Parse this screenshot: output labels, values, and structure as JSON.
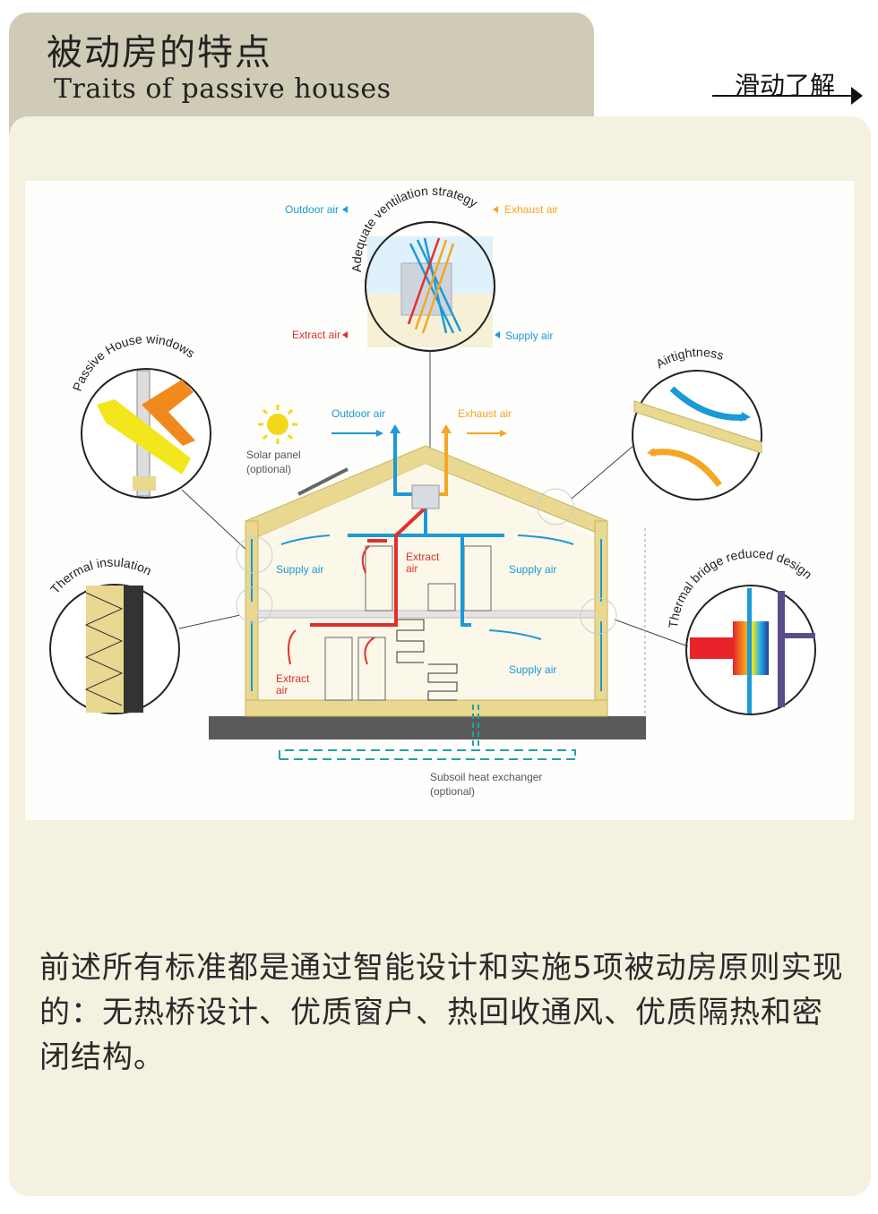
{
  "header": {
    "title_cn": "被动房的特点",
    "title_en": "Traits of passive houses",
    "swipe_label": "滑动了解"
  },
  "diagram": {
    "ventilation_title": "Adequate ventilation strategy",
    "vent_outdoor_air": "Outdoor air",
    "vent_exhaust_air": "Exhaust air",
    "vent_extract_air": "Extract air",
    "vent_supply_air": "Supply air",
    "windows_title": "Passive House windows",
    "airtightness_title": "Airtightness",
    "insulation_title": "Thermal insulation",
    "thermal_bridge_title": "Thermal bridge reduced design",
    "solar_panel_1": "Solar panel",
    "solar_panel_2": "(optional)",
    "outdoor_air": "Outdoor air",
    "exhaust_air": "Exhaust air",
    "supply_air_left": "Supply air",
    "supply_air_right": "Supply air",
    "supply_air_lower": "Supply air",
    "extract_upper_1": "Extract",
    "extract_upper_2": "air",
    "extract_lower_1": "Extract",
    "extract_lower_2": "air",
    "subsoil_1": "Subsoil heat exchanger",
    "subsoil_2": "(optional)"
  },
  "body_text": "前述所有标准都是通过智能设计和实施5项被动房原则实现的：无热桥设计、优质窗户、热回收通风、优质隔热和密闭结构。",
  "colors": {
    "tab": "#cfcbb6",
    "panel": "#f4f1e1",
    "supply_blue": "#1a9ad6",
    "extract_red": "#e0302b",
    "exhaust_orange": "#f5a623",
    "insulation_yellow": "#e8d890"
  }
}
